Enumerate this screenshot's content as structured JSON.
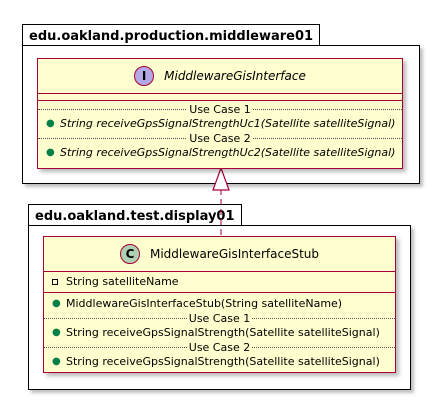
{
  "packages": {
    "production": {
      "name": "edu.oakland.production.middleware01"
    },
    "test": {
      "name": "edu.oakland.test.display01"
    }
  },
  "interface_class": {
    "stereotype_letter": "I",
    "name": "MiddlewareGisInterface",
    "groups": [
      {
        "label": "Use Case 1",
        "method": "String receiveGpsSignalStrengthUc1(Satellite satelliteSignal)"
      },
      {
        "label": "Use Case 2",
        "method": "String receiveGpsSignalStrengthUc2(Satellite satelliteSignal)"
      }
    ]
  },
  "stub_class": {
    "stereotype_letter": "C",
    "name": "MiddlewareGisInterfaceStub",
    "field": "String satelliteName",
    "constructor": "MiddlewareGisInterfaceStub(String satelliteName)",
    "groups": [
      {
        "label": "Use Case 1",
        "method": "String receiveGpsSignalStrength(Satellite satelliteSignal)"
      },
      {
        "label": "Use Case 2",
        "method": "String receiveGpsSignalStrength(Satellite satelliteSignal)"
      }
    ]
  },
  "colors": {
    "class_fill": "#FEFECE",
    "class_border": "#A80036",
    "interface_badge": "#B4A7E5",
    "class_badge": "#ADD1B2",
    "public_marker": "#038048"
  },
  "relation": {
    "type": "realization",
    "from": "MiddlewareGisInterfaceStub",
    "to": "MiddlewareGisInterface"
  }
}
